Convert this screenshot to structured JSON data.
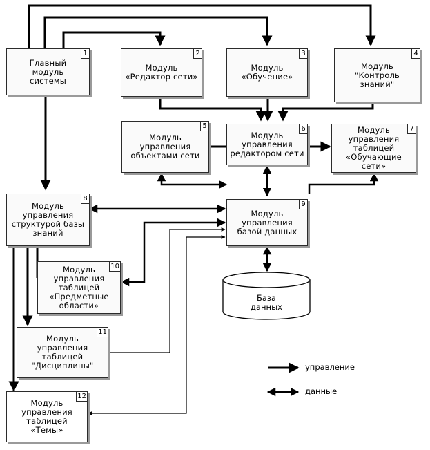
{
  "modules": [
    {
      "id": "m1",
      "number": "1",
      "label": "Главный\nмодуль\nсистемы"
    },
    {
      "id": "m2",
      "number": "2",
      "label": "Модуль\n«Редактор сети»"
    },
    {
      "id": "m3",
      "number": "3",
      "label": "Модуль\n«Обучение»"
    },
    {
      "id": "m4",
      "number": "4",
      "label": "Модуль\n\"Контроль\nзнаний\""
    },
    {
      "id": "m5",
      "number": "5",
      "label": "Модуль\nуправления\nобъектами сети"
    },
    {
      "id": "m6",
      "number": "6",
      "label": "Модуль\nуправления\nредактором сети"
    },
    {
      "id": "m7",
      "number": "7",
      "label": "Модуль\nуправления\nтаблицей\n«Обучающие\nсети»"
    },
    {
      "id": "m8",
      "number": "8",
      "label": "Модуль\nуправления\nструктурой базы\nзнаний"
    },
    {
      "id": "m9",
      "number": "9",
      "label": "Модуль\nуправления\nбазой данных"
    },
    {
      "id": "m10",
      "number": "10",
      "label": "Модуль\nуправления\nтаблицей\n«Предметные\nобласти»"
    },
    {
      "id": "m11",
      "number": "11",
      "label": "Модуль\nуправления\nтаблицей\n\"Дисциплины\""
    },
    {
      "id": "m12",
      "number": "12",
      "label": "Модуль\nуправления\nтаблицей\n«Темы»"
    }
  ],
  "database": {
    "label": "База\nданных"
  },
  "legend": {
    "control_label": "управление",
    "data_label": "данные"
  }
}
